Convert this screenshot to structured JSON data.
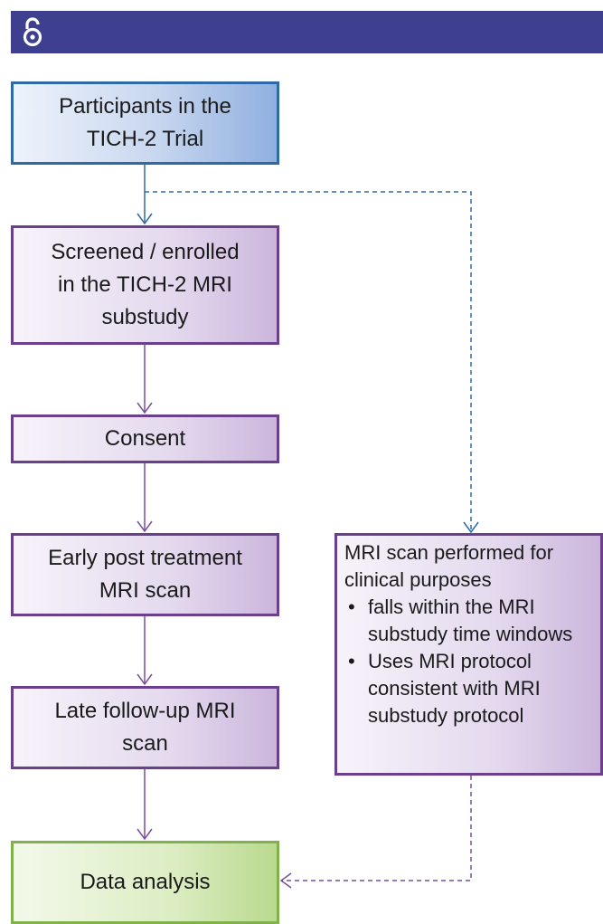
{
  "header": {
    "icon": "open-access-icon",
    "color": "#3f3f8f"
  },
  "nodes": {
    "participants": "Participants in the\nTICH-2 Trial",
    "screened": "Screened / enrolled\nin the TICH-2 MRI\nsubstudy",
    "consent": "Consent",
    "early": "Early post treatment\nMRI scan",
    "late": "Late follow-up MRI\nscan",
    "analysis": "Data analysis",
    "clinical": {
      "title": "MRI scan performed for clinical purposes",
      "bullets": [
        "falls within the MRI substudy time windows",
        "Uses MRI protocol consistent with MRI substudy protocol"
      ]
    }
  },
  "colors": {
    "blue_border": "#2f6aa6",
    "purple_border": "#6b3f8c",
    "green_border": "#7fb24a"
  }
}
